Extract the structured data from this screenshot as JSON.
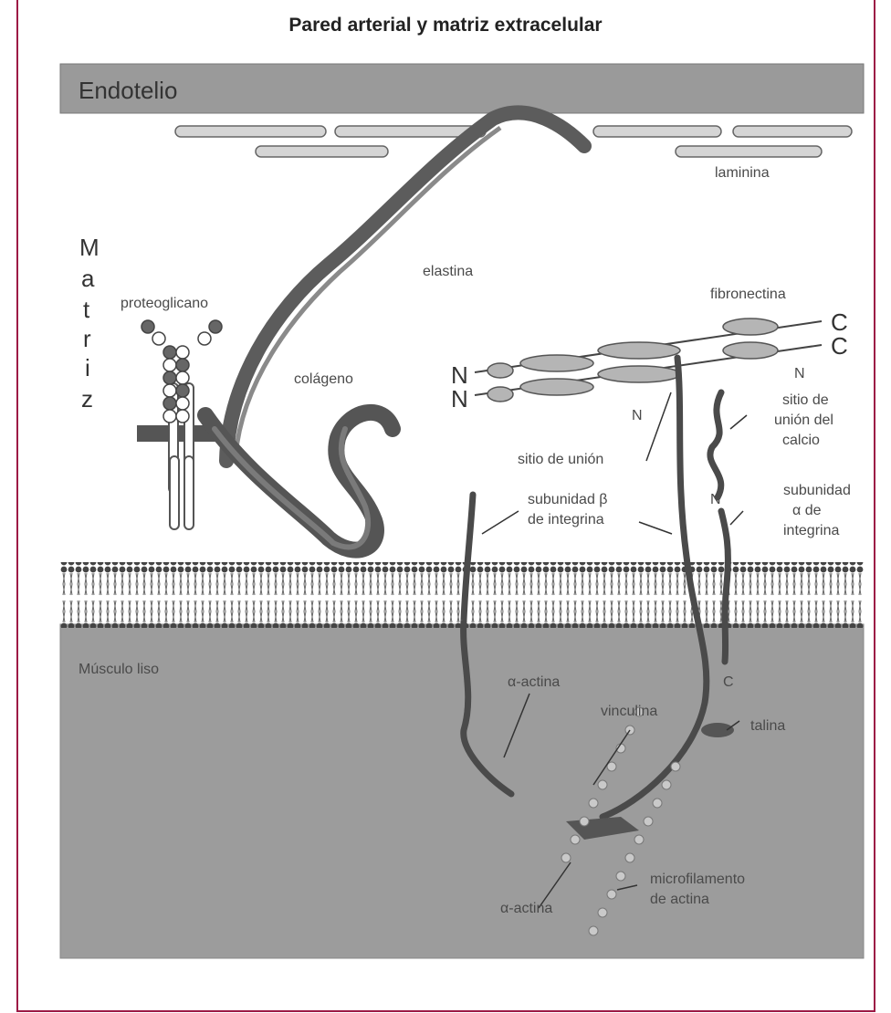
{
  "title": "Pared arterial y matriz extracelular",
  "regions": {
    "endothelium": "Endotelio",
    "smooth_muscle": "Músculo liso",
    "matrix_letters": [
      "M",
      "a",
      "t",
      "r",
      "i",
      "z"
    ]
  },
  "labels": {
    "laminin": "laminina",
    "elastin": "elastina",
    "proteoglycan": "proteoglicano",
    "fibronectin": "fibronectina",
    "collagen": "colágeno",
    "binding_site": "sitio de unión",
    "calcium_site": [
      "sitio de",
      "unión del",
      "calcio"
    ],
    "beta_subunit": [
      "subunidad β",
      "de integrina"
    ],
    "alpha_subunit": [
      "subunidad",
      "α de",
      "integrina"
    ],
    "alpha_actinin_top": "α-actina",
    "alpha_actinin_bottom": "α-actina",
    "vinculin": "vinculina",
    "talin": "talina",
    "microfilament": [
      "microfilamento",
      "de actina"
    ]
  },
  "terminals": {
    "c1": "C",
    "c2": "C",
    "n1": "N",
    "n2": "N",
    "n_integrin_beta": "N",
    "n_calcium": "N",
    "n_alpha": "N",
    "c_alpha": "C"
  },
  "colors": {
    "frame": "#9c1a45",
    "endothelium": "#9a9a9a",
    "muscle": "#9c9c9c",
    "protein": "#555555"
  }
}
